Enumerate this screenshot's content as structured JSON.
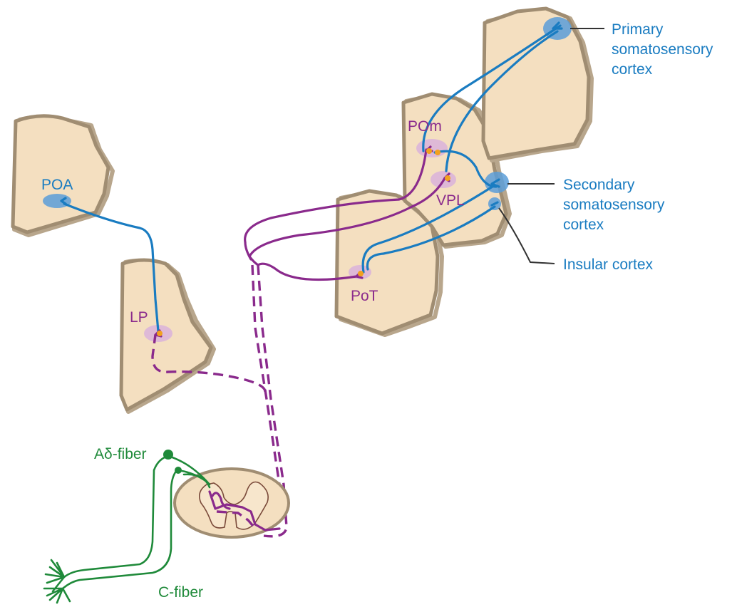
{
  "labels": {
    "poa": "POA",
    "lp": "LP",
    "pom": "POm",
    "vpl": "VPL",
    "pot": "PoT",
    "primary_line1": "Primary",
    "primary_line2": "somatosensory",
    "primary_line3": "cortex",
    "secondary_line1": "Secondary",
    "secondary_line2": "somatosensory",
    "secondary_line3": "cortex",
    "insular": "Insular cortex",
    "a_delta": "Aδ-fiber",
    "c_fiber": "C-fiber"
  },
  "colors": {
    "blue": "#1a7cc1",
    "purple": "#8a2a8c",
    "green": "#1f8a3a",
    "tissue": "#f4dfc0",
    "tissue_edge": "#a08d72",
    "terminal": "#f2a01e"
  }
}
